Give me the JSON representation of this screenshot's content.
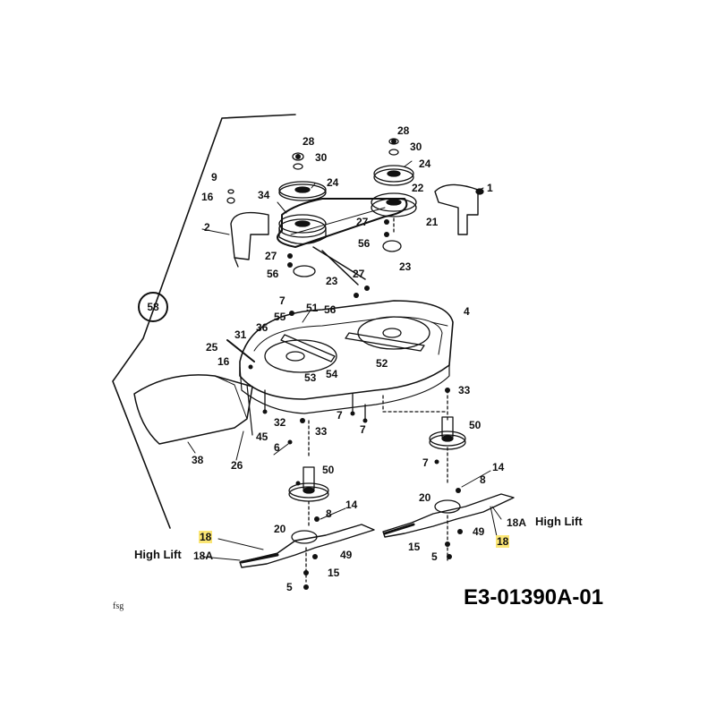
{
  "diagram": {
    "document_code": "E3-01390A-01",
    "signature": "fsg",
    "assembly_callout": "58",
    "labels": {
      "p28a": "28",
      "p30a": "30",
      "p24a": "24",
      "p34": "34",
      "p9": "9",
      "p16a": "16",
      "p2": "2",
      "p27a": "27",
      "p56a": "56",
      "p23a": "23",
      "p28b": "28",
      "p30b": "30",
      "p24b": "24",
      "p1": "1",
      "p22": "22",
      "p27b": "27",
      "p21": "21",
      "p56b": "56",
      "p23b": "23",
      "p27c": "27",
      "p56c": "56",
      "p4": "4",
      "p7a": "7",
      "p55": "55",
      "p51": "51",
      "p36": "36",
      "p31": "31",
      "p25": "25",
      "p16b": "16",
      "p53": "53",
      "p54": "54",
      "p52": "52",
      "p33a": "33",
      "p7b": "7",
      "p7c": "7",
      "p32": "32",
      "p45": "45",
      "p33b": "33",
      "p6": "6",
      "p38": "38",
      "p26": "26",
      "p50a": "50",
      "p7d": "7",
      "p50b": "50",
      "p14a": "14",
      "p8a": "8",
      "p20a": "20",
      "p18Aa": "18A",
      "p49a": "49",
      "p15a": "15",
      "p5a": "5",
      "p14b": "14",
      "p8b": "8",
      "p20b": "20",
      "p49b": "49",
      "p15b": "15",
      "p5b": "5",
      "p18a": "18",
      "p18b": "18"
    },
    "high_lift_label": "High Lift"
  }
}
